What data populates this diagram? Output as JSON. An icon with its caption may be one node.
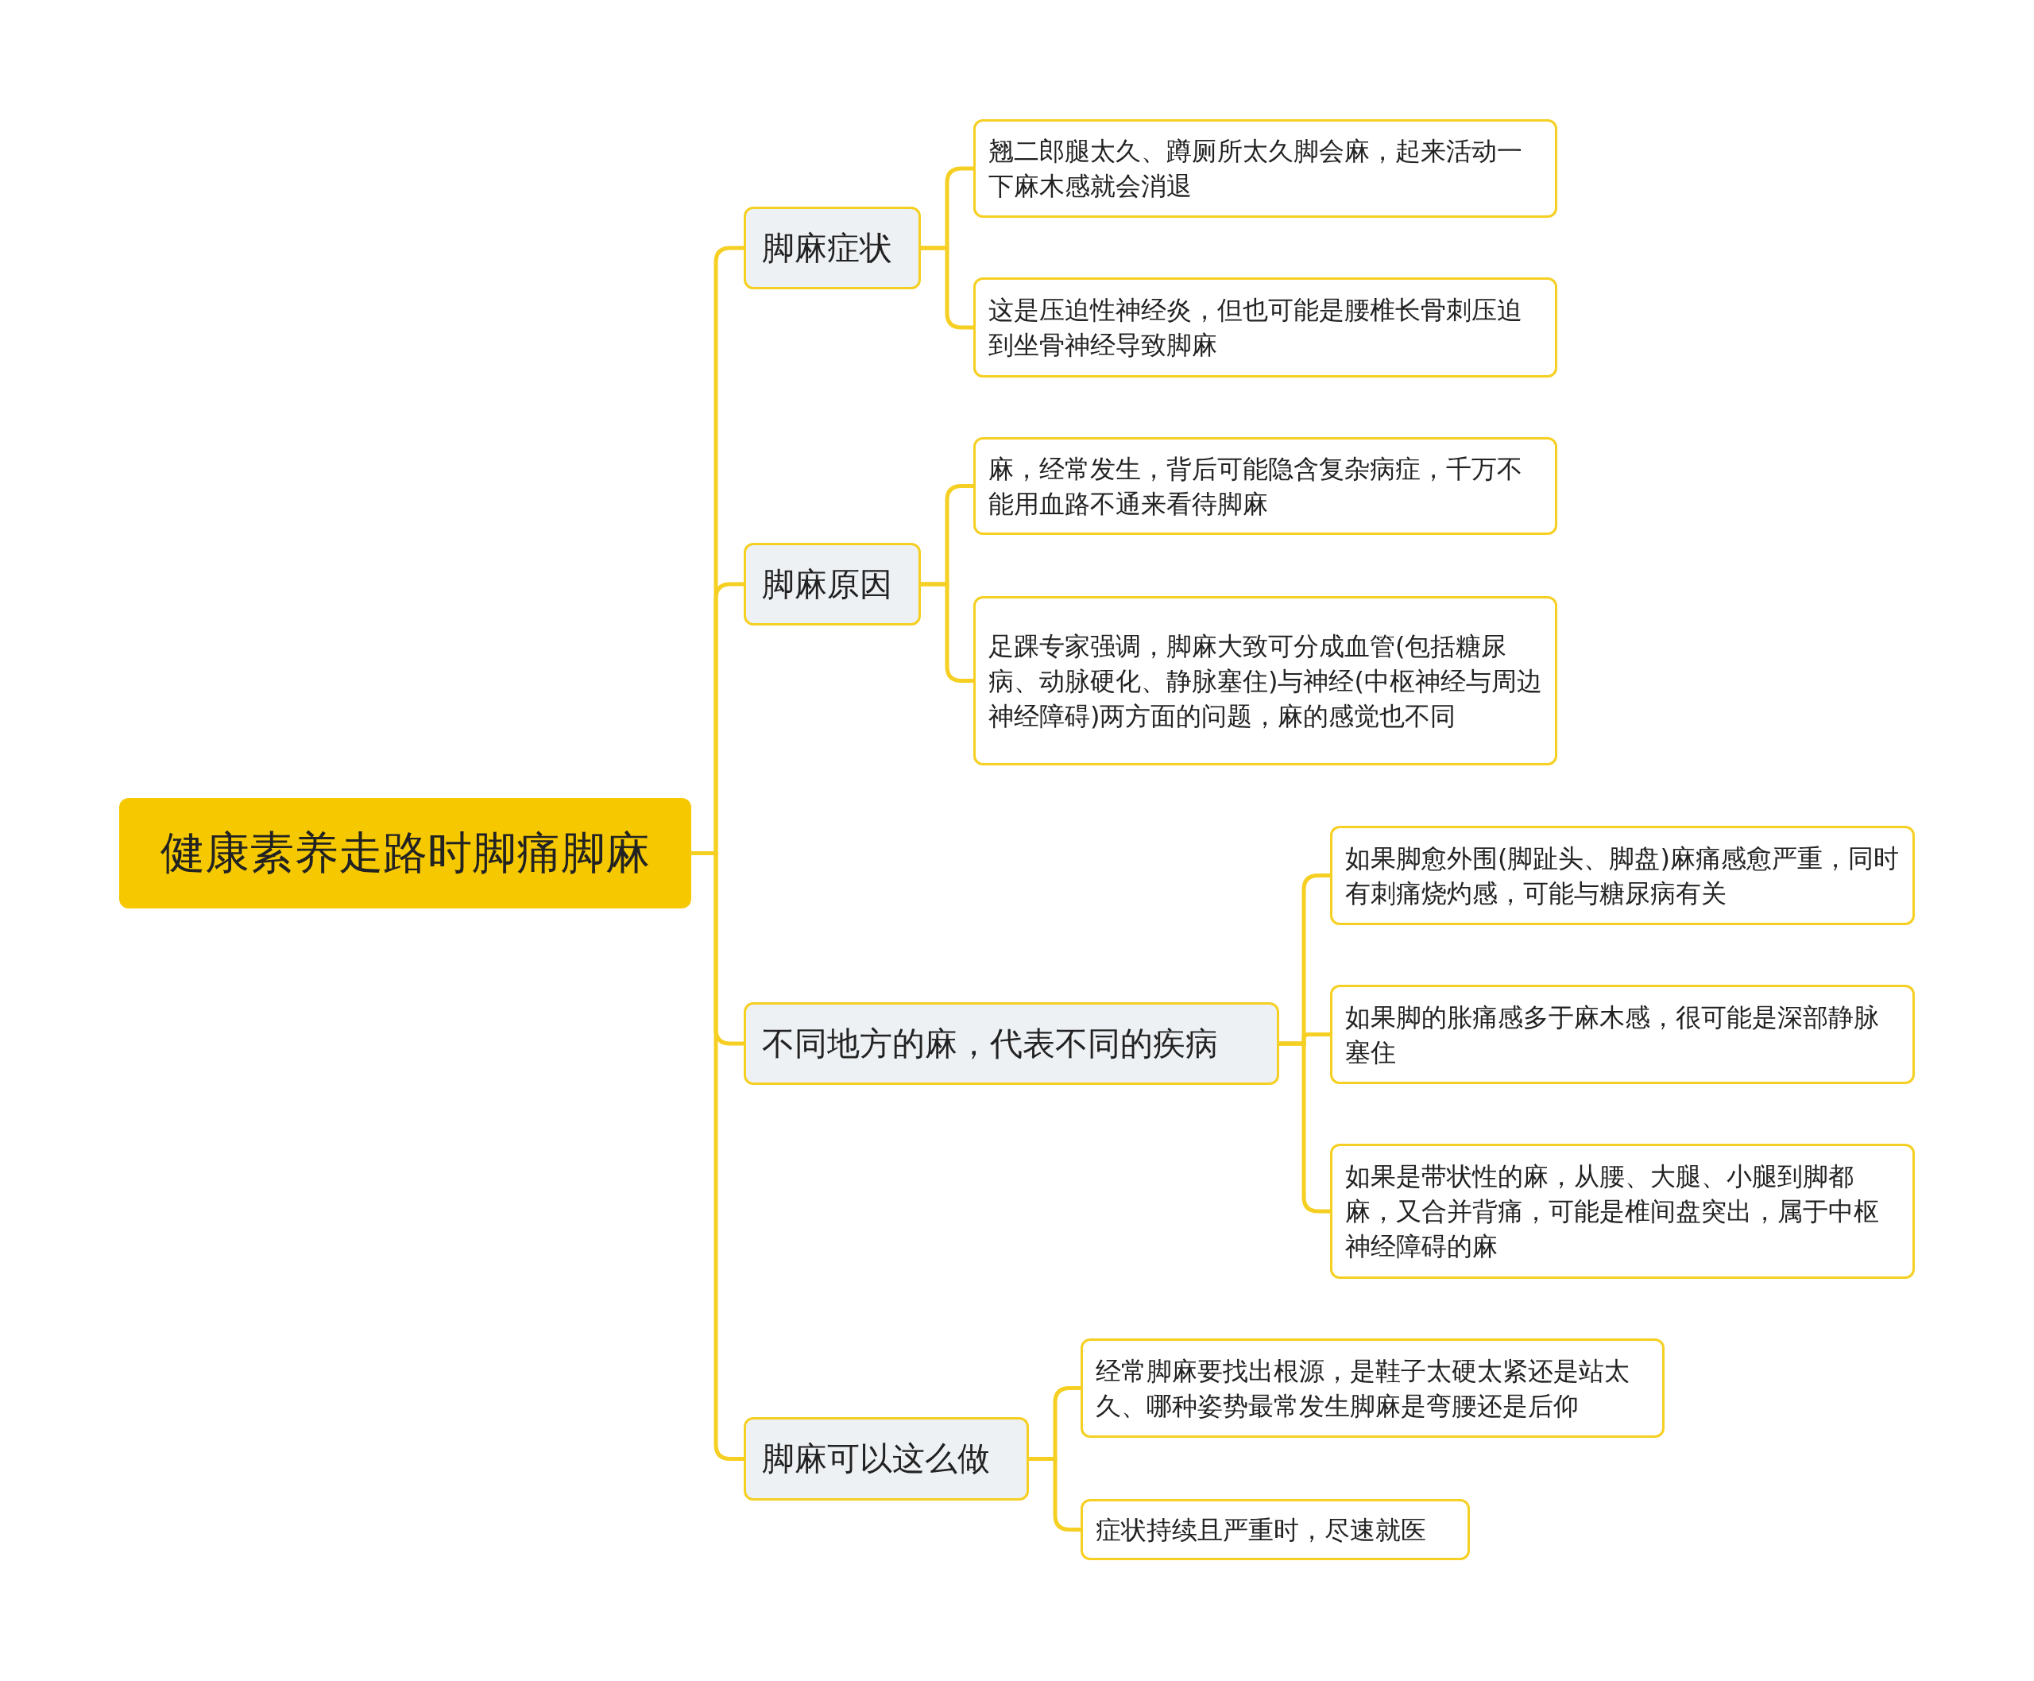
{
  "diagram": {
    "nodes": [
      {
        "text": [
          "健康素养走路时脚痛脚麻"
        ]
      },
      {
        "text": [
          "脚麻症状"
        ]
      },
      {
        "text": [
          "翘二郎腿太久、蹲厕所太久脚会麻，起来活动一下麻木感就会消退"
        ]
      },
      {
        "text": [
          "这是压迫性神经炎，但也可能是腰椎长骨刺压迫到坐骨神经导致脚麻"
        ]
      },
      {
        "text": [
          "脚麻原因"
        ]
      },
      {
        "text": [
          "麻，经常发生，背后可能隐含复杂病症，千万不能用血路不通来看待脚麻"
        ]
      },
      {
        "text": [
          "足踝专家强调，脚麻大致可分成血管(包括糖尿病、动脉硬化、静脉塞住)与神经(中枢神经与周边神经障碍)两方面的问题，麻的感觉也不同"
        ]
      },
      {
        "text": [
          "不同地方的麻，代表不同的疾病"
        ]
      },
      {
        "text": [
          "如果脚愈外围(脚趾头、脚盘)麻痛感愈严重，同时有刺痛烧灼感，可能与糖尿病有关"
        ]
      },
      {
        "text": [
          "如果脚的胀痛感多于麻木感，很可能是深部静脉塞住"
        ]
      },
      {
        "text": [
          "如果是带状性的麻，从腰、大腿、小腿到脚都麻，又合并背痛，可能是椎间盘突出，属于中枢神经障碍的麻"
        ]
      },
      {
        "text": [
          "脚麻可以这么做"
        ]
      },
      {
        "text": [
          "经常脚麻要找出根源，是鞋子太硬太紧还是站太久、哪种姿势最常发生脚麻是弯腰还是后仰"
        ]
      },
      {
        "text": [
          "症状持续且严重时，尽速就医"
        ]
      }
    ],
    "edges": [
      {
        "from": 0,
        "to": 1,
        "arrow": "none"
      },
      {
        "from": 1,
        "to": 2,
        "arrow": "none"
      },
      {
        "from": 1,
        "to": 3,
        "arrow": "none"
      },
      {
        "from": 0,
        "to": 4,
        "arrow": "none"
      },
      {
        "from": 4,
        "to": 5,
        "arrow": "none"
      },
      {
        "from": 4,
        "to": 6,
        "arrow": "none"
      },
      {
        "from": 0,
        "to": 7,
        "arrow": "none"
      },
      {
        "from": 7,
        "to": 8,
        "arrow": "none"
      },
      {
        "from": 7,
        "to": 9,
        "arrow": "none"
      },
      {
        "from": 7,
        "to": 10,
        "arrow": "none"
      },
      {
        "from": 0,
        "to": 11,
        "arrow": "none"
      },
      {
        "from": 11,
        "to": 12,
        "arrow": "none"
      },
      {
        "from": 11,
        "to": 13,
        "arrow": "none"
      }
    ]
  }
}
